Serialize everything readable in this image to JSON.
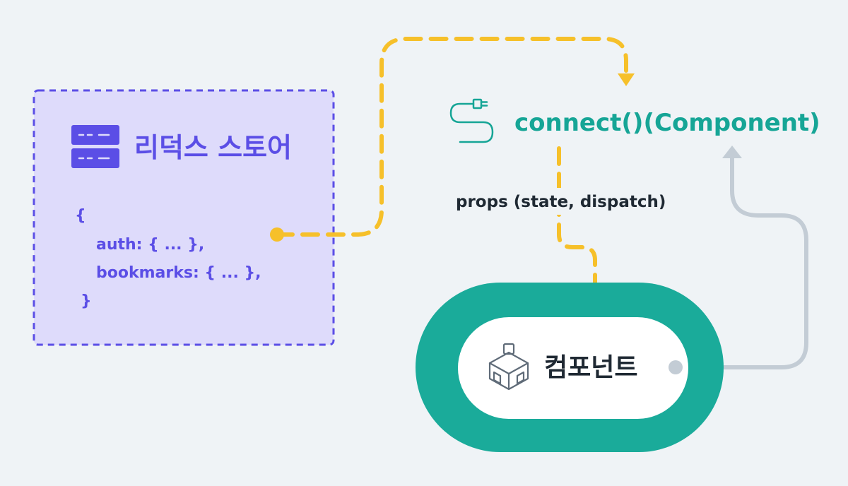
{
  "store": {
    "title": "리덕스 스토어",
    "icon": "server-icon",
    "code_lines": [
      "{",
      "auth: { ... },",
      "bookmarks: { ... },",
      "}"
    ]
  },
  "connect": {
    "label": "connect()(Component)",
    "icon": "plug-cable-icon"
  },
  "props_label": "props (state, dispatch)",
  "component": {
    "label": "컴포넌트",
    "icon": "component-cube-icon"
  },
  "colors": {
    "background": "#eff3f6",
    "store_fill": "#dedbfb",
    "store_accent": "#5b4ee6",
    "connect_teal": "#16a596",
    "flow_yellow": "#f6c02a",
    "return_gray": "#c3ccd5",
    "text_dark": "#1f2933"
  }
}
